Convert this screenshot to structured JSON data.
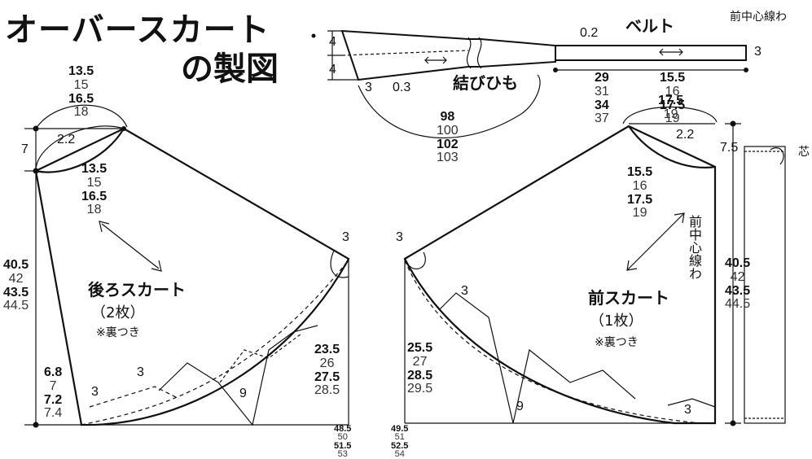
{
  "title": {
    "line1": "オーバースカート",
    "line2": "の製図"
  },
  "belt": {
    "label": "ベルト",
    "front_center": "前中心線わ",
    "tie_label": "結びひも",
    "dim_0_2": "0.2",
    "dim_3_right": "3",
    "dim_4_top": "4",
    "dim_4_bottom": "4",
    "dim_3_tie": "3",
    "dim_0_3": "0.3",
    "belt_len": [
      "29",
      "31",
      "34",
      "37"
    ],
    "belt_len2": [
      "15.5",
      "16",
      "17.5",
      "19"
    ],
    "tie_len": [
      "98",
      "100",
      "102",
      "103"
    ]
  },
  "back": {
    "name": "後ろスカート",
    "count": "（2枚）",
    "note": "※裏つき",
    "top_w": [
      "13.5",
      "15",
      "16.5",
      "18"
    ],
    "waist": [
      "13.5",
      "15",
      "16.5",
      "18"
    ],
    "dim_7": "7",
    "dim_2_2": "2.2",
    "length": [
      "40.5",
      "42",
      "43.5",
      "44.5"
    ],
    "side": [
      "23.5",
      "26",
      "27.5",
      "28.5"
    ],
    "hem_left": [
      "6.8",
      "7",
      "7.2",
      "7.4"
    ],
    "bottom": [
      "48.5",
      "50",
      "51.5",
      "53"
    ],
    "dim_3_corner": "3",
    "dim_3_hem": "3",
    "dim_3_left": "3",
    "dim_9": "9"
  },
  "front": {
    "name": "前スカート",
    "count": "（1枚）",
    "note": "※裏つき",
    "top_w": [
      "15.5",
      "16",
      "17.5",
      "19"
    ],
    "waist": [
      "15.5",
      "16",
      "17.5",
      "19"
    ],
    "dim_2_2": "2.2",
    "dim_7_5": "7.5",
    "interfacing": "芯",
    "center_fold": "前中心線わ",
    "length": [
      "40.5",
      "42",
      "43.5",
      "44.5"
    ],
    "side": [
      "25.5",
      "27",
      "28.5",
      "29.5"
    ],
    "bottom": [
      "49.5",
      "51",
      "52.5",
      "54"
    ],
    "dim_3_top": "3",
    "dim_3_mid": "3",
    "dim_3_bottom": "3",
    "dim_9": "9"
  }
}
